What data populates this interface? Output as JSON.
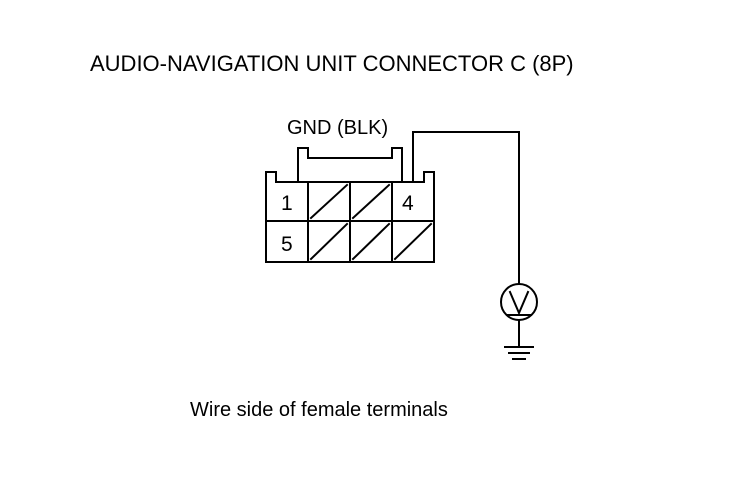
{
  "diagram": {
    "title": "AUDIO-NAVIGATION UNIT CONNECTOR C (8P)",
    "wire_label": "GND (BLK)",
    "caption": "Wire side of female terminals",
    "terminals": {
      "top_row": [
        "1",
        "",
        "",
        "4"
      ],
      "bottom_row": [
        "5",
        "",
        "",
        ""
      ],
      "used": [
        "1",
        "4",
        "5"
      ]
    },
    "meter_symbol": "voltmeter-icon",
    "ground_symbol": "ground-icon",
    "line_color": "#000000"
  }
}
